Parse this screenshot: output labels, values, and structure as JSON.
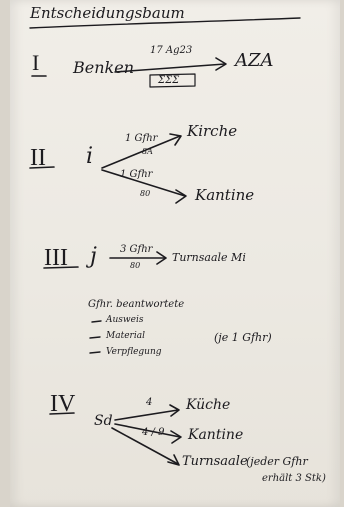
{
  "title": "Entscheidungsbaum",
  "sections": [
    {
      "numeral": "I",
      "start": "Benken",
      "arrow_label": "17 Ag23",
      "arrow_sublabel": "ΣΣΣ",
      "result": "AZA"
    },
    {
      "numeral": "II",
      "start": "i",
      "branches": [
        {
          "label": "1 Gfhr",
          "sublabel": "8A",
          "result": "Kirche"
        },
        {
          "label": "1 Gfhr",
          "sublabel": "80",
          "result": "Kantine"
        }
      ]
    },
    {
      "numeral": "III",
      "start": "j",
      "arrow_label": "3 Gfhr",
      "arrow_sublabel": "80",
      "result": "Turnsaale Mi",
      "subtitle": "Gfhr. beantwortete",
      "list": [
        "Ausweis",
        "Material",
        "Verpflegung"
      ],
      "note": "(je 1 Gfhr)"
    },
    {
      "numeral": "IV",
      "start": "Sd",
      "branches": [
        {
          "label": "4",
          "result": "Küche"
        },
        {
          "label": "4 / 9",
          "result": "Kantine"
        },
        {
          "label": "",
          "result": "Turnsaale"
        }
      ],
      "note_line1": "(jeder Gfhr",
      "note_line2": "erhält 3 Stk)"
    }
  ]
}
